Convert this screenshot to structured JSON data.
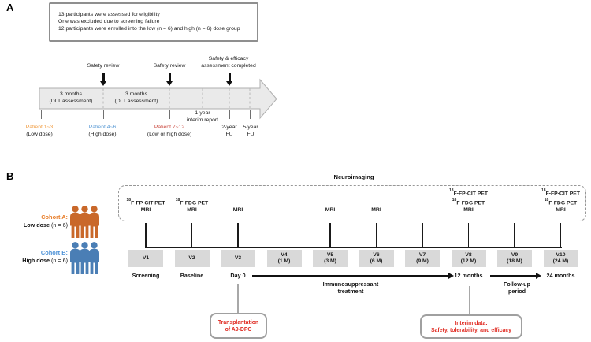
{
  "panel_a": {
    "label": "A",
    "eligibility_box": {
      "lines": [
        "13 participants were assessed for eligibility",
        "One was excluded due to screening failure",
        "12 participants were enrolled into the low (n = 6) and high (n = 6) dose group"
      ]
    },
    "review_labels": [
      {
        "lines": [
          "Safety review"
        ]
      },
      {
        "lines": [
          "Safety review"
        ]
      },
      {
        "lines": [
          "Safety & efficacy",
          "assessment completed"
        ]
      }
    ],
    "segments": [
      {
        "lines": [
          "3 months",
          "(DLT assessment)"
        ]
      },
      {
        "lines": [
          "3 months",
          "(DLT assessment)"
        ]
      }
    ],
    "interim_label": {
      "line1": "1-year",
      "line2": "interim report"
    },
    "milestones": [
      {
        "line1": "Patient 1~3",
        "line2": "(Low dose)",
        "color": "#F09A3E"
      },
      {
        "line1": "Patient 4~6",
        "line2": "(High dose)",
        "color": "#5B9BD5"
      },
      {
        "line1": "Patient 7~12",
        "line2": "(Low or high dose)",
        "color": "#C9463C"
      },
      {
        "line1": "2-year",
        "line2": "FU",
        "color": "#1a1a1a"
      },
      {
        "line1": "5-year",
        "line2": "FU",
        "color": "#1a1a1a"
      }
    ]
  },
  "panel_b": {
    "label": "B",
    "neuroimaging_title": "Neuroimaging",
    "cohorts": [
      {
        "name": "Cohort A:",
        "dose_bold": "Low dose",
        "dose_rest": " (n = 6)",
        "color": "#E87E2A",
        "icon_color": "#C9682A"
      },
      {
        "name": "Cohort B:",
        "dose_bold": "High dose",
        "dose_rest": " (n = 6)",
        "color": "#4A90D6",
        "icon_color": "#4A7EB5"
      }
    ],
    "visits": [
      {
        "id": "V1",
        "month": "",
        "below": "Screening",
        "imaging": [
          "18F-FP-CIT PET",
          "MRI"
        ]
      },
      {
        "id": "V2",
        "month": "",
        "below": "Baseline",
        "imaging": [
          "18F-FDG PET",
          "MRI"
        ]
      },
      {
        "id": "V3",
        "month": "",
        "below": "Day 0",
        "imaging": [
          "MRI"
        ]
      },
      {
        "id": "V4",
        "month": "(1 M)",
        "below": "",
        "imaging": []
      },
      {
        "id": "V5",
        "month": "(3 M)",
        "below": "",
        "imaging": [
          "MRI"
        ]
      },
      {
        "id": "V6",
        "month": "(6 M)",
        "below": "",
        "imaging": [
          "MRI"
        ]
      },
      {
        "id": "V7",
        "month": "(9 M)",
        "below": "",
        "imaging": []
      },
      {
        "id": "V8",
        "month": "(12 M)",
        "below": "12 months",
        "imaging": [
          "18F-FP-CIT PET",
          "18F-FDG PET",
          "MRI"
        ]
      },
      {
        "id": "V9",
        "month": "(18 M)",
        "below": "",
        "imaging": []
      },
      {
        "id": "V10",
        "month": "(24 M)",
        "below": "24 months",
        "imaging": [
          "18F-FP-CIT PET",
          "18F-FDG PET",
          "MRI"
        ]
      }
    ],
    "phases": [
      {
        "line1": "Immunosuppressant",
        "line2": "treatment"
      },
      {
        "line1": "Follow-up",
        "line2": "period"
      }
    ],
    "callouts": [
      {
        "line1": "Transplantation",
        "line2": "of A9-DPC"
      },
      {
        "line1": "Interim data:",
        "line2": "Safety, tolerability, and efficacy"
      }
    ]
  }
}
